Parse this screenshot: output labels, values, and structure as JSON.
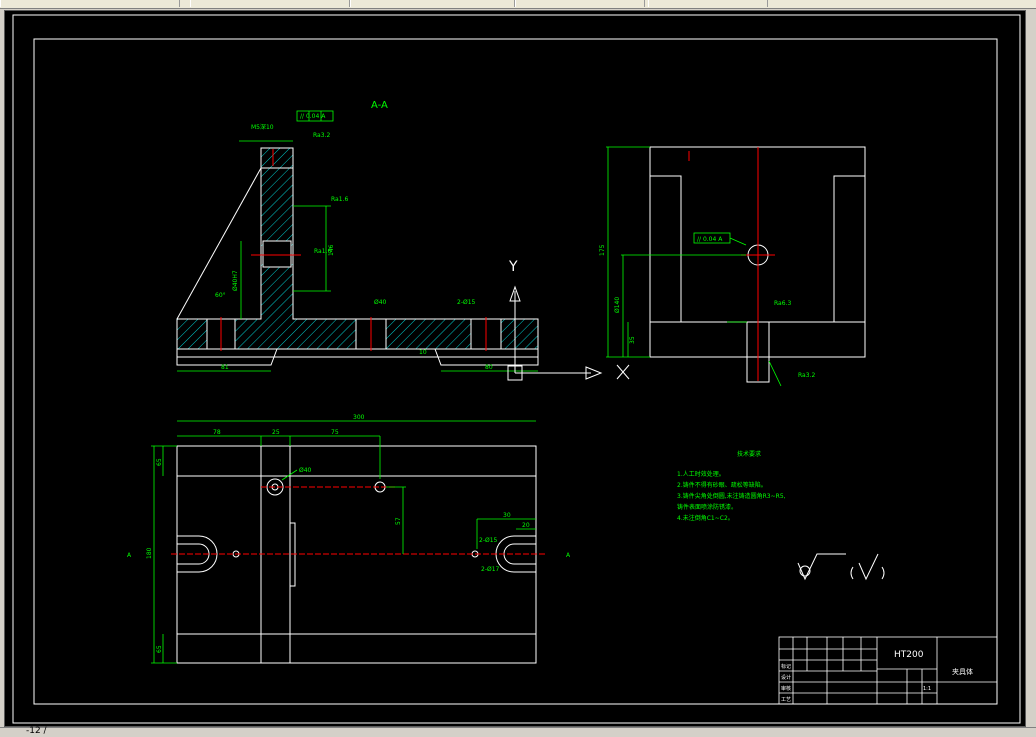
{
  "toolbar": {
    "sections": [
      "",
      "",
      "",
      "",
      ""
    ]
  },
  "status": {
    "command_text": "-12 /"
  },
  "view_title": "A-A",
  "dimensions": {
    "top_width_300": "300",
    "d78": "78",
    "d25": "25",
    "d75": "75",
    "d65_top": "65",
    "d65_bottom": "65",
    "d180": "180",
    "d57": "57",
    "d30": "30",
    "d20": "20",
    "phi40": "Ø40",
    "phi15": "2-Ø15",
    "phi17": "2-Ø17",
    "d81": "81",
    "d80": "80",
    "d10": "10",
    "angle60": "60°",
    "d175": "175",
    "d35": "35",
    "phi40h7": "Ø40H7",
    "phi140": "Ø140",
    "d146": "146",
    "m5": "M5深10",
    "ra32": "Ra3.2",
    "ra16a": "Ra1.6",
    "ra16b": "Ra1.6",
    "ra63": "Ra6.3",
    "ra32b": "Ra3.2",
    "tol1": "// 0.04 A",
    "tol2": "// 0.04 A",
    "section_a_left": "A",
    "section_a_right": "A",
    "axis_y": "Y",
    "phi2_25": "2-Ø15"
  },
  "notes": {
    "title": "技术要求",
    "lines": [
      "1.人工时效处理。",
      "2.铸件不得有砂眼、疏松等缺陷。",
      "3.铸件尖角处倒圆,未注铸造圆角R3~R5,",
      "铸件表面喷涂防锈漆。",
      "4.未注倒角C1~C2。"
    ]
  },
  "title_block": {
    "material": "HT200",
    "part_name": "夹具体",
    "rows": [
      "标记",
      "设计",
      "审核",
      "工艺"
    ],
    "scale": "1:1"
  },
  "colors": {
    "geometry": "#ffffff",
    "dimension": "#00ff00",
    "center": "#ff0000",
    "hatch": "#00ffff"
  }
}
